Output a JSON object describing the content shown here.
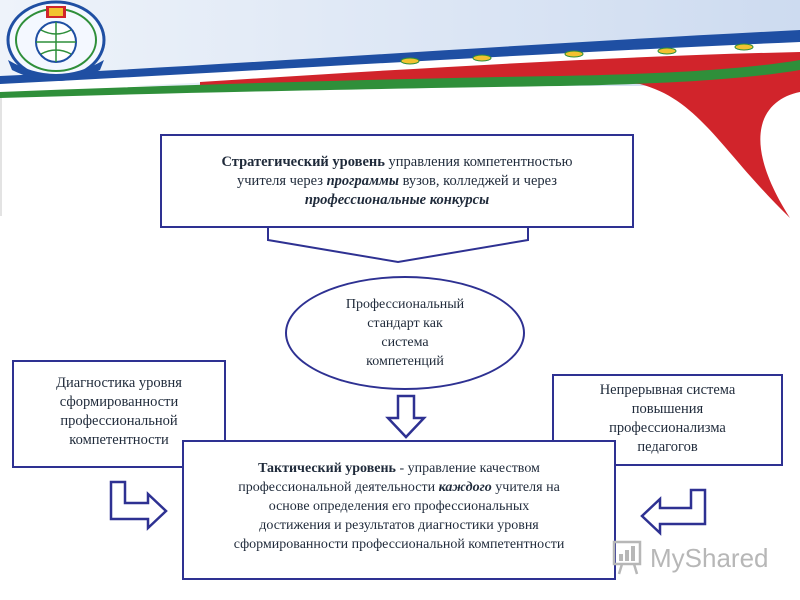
{
  "header": {
    "logo_icon": "college-emblem-icon",
    "colors": {
      "blue_band": "#1f4fa3",
      "red_band": "#d1242b",
      "green_band": "#2f8f3a",
      "sky": "#dfe9f6",
      "gold": "#f2c230"
    }
  },
  "diagram": {
    "box_color": "#2e3192",
    "strategic": {
      "line1_bold": "Стратегический уровень",
      "line1_rest": " управления компетентностью",
      "line2_a": "учителя через ",
      "line2_bi": "программы",
      "line2_b": " вузов, колледжей и через",
      "line3_bi": "профессиональные конкурсы"
    },
    "standard": {
      "lines": [
        "Профессиональный",
        "стандарт как",
        "система",
        "компетенций"
      ]
    },
    "diagnostics": {
      "lines": [
        "Диагностика уровня",
        "сформированности",
        "профессиональной",
        "компетентности"
      ]
    },
    "continuous": {
      "lines": [
        "Непрерывная система",
        "повышения",
        "профессионализма",
        "педагогов"
      ]
    },
    "tactical": {
      "line1_bold": "Тактический уровень",
      "line1_rest": " - управление качеством",
      "line2_a": "профессиональной деятельности ",
      "line2_bi": "каждого",
      "line2_b": " учителя на",
      "line3": "основе определения его профессиональных",
      "line4": "достижения и результатов диагностики уровня",
      "line5": "сформированности профессиональной компетентности"
    }
  },
  "watermark": {
    "text": "MyShared",
    "icon": "presentation-chart-icon"
  }
}
